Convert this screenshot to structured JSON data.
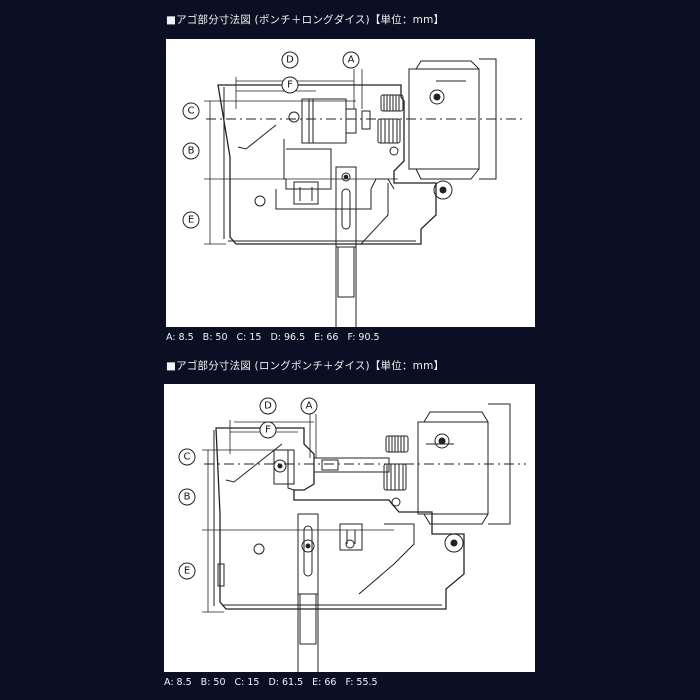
{
  "figures": [
    {
      "caption": "■アゴ部分寸法図 (ポンチ＋ロングダイス)【単位：mm】",
      "dimensions": [
        {
          "text": "A: 8.5"
        },
        {
          "text": "B: 50"
        },
        {
          "text": "C: 15"
        },
        {
          "text": "D: 96.5"
        },
        {
          "text": "E: 66"
        },
        {
          "text": "F: 90.5"
        }
      ],
      "labels": {
        "A": "A",
        "B": "B",
        "C": "C",
        "D": "D",
        "E": "E",
        "F": "F"
      }
    },
    {
      "caption": "■アゴ部分寸法図 (ロングポンチ＋ダイス)【単位：mm】",
      "dimensions": [
        {
          "text": "A: 8.5"
        },
        {
          "text": "B: 50"
        },
        {
          "text": "C: 15"
        },
        {
          "text": "D: 61.5"
        },
        {
          "text": "E: 66"
        },
        {
          "text": "F: 55.5"
        }
      ],
      "labels": {
        "A": "A",
        "B": "B",
        "C": "C",
        "D": "D",
        "E": "E",
        "F": "F"
      }
    }
  ]
}
